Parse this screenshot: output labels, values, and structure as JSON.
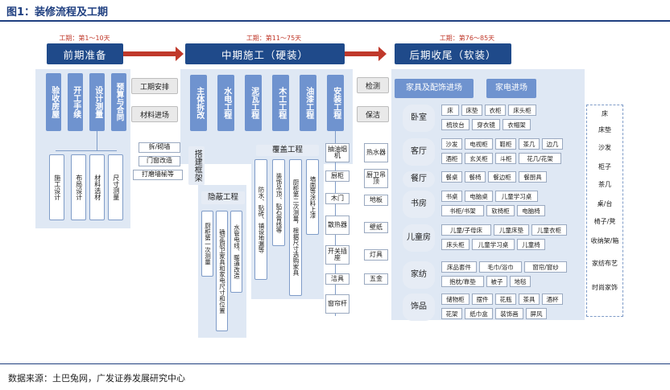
{
  "figure": {
    "title": "图1：装修流程及工期",
    "source": "数据来源：土巴兔网，广发证券发展研究中心"
  },
  "colors": {
    "dark_blue": "#1f4a8a",
    "mid_blue": "#6f93cf",
    "panel": "#dfe8f4",
    "red_label": "#c0392b"
  },
  "early": {
    "period": "工期：第1～10天",
    "title": "前期准备",
    "steps": [
      "验收房屋",
      "开工手续",
      "设计测量",
      "预算与合同"
    ],
    "sub": [
      "施工设计",
      "布局设计",
      "材料选材",
      "尺寸测量"
    ]
  },
  "bridge1": [
    "工期安排",
    "材料进场"
  ],
  "mid": {
    "period": "工期：第11～75天",
    "title": "中期施工（硬装）",
    "steps": [
      "主体拆改",
      "水电工程",
      "泥瓦工程",
      "木工工程",
      "油漆工程",
      "安装工程"
    ],
    "demolish": [
      "拆/砌墙",
      "门窗改造",
      "打磨墙榆等"
    ],
    "frame": "搭建框架",
    "hidden": {
      "title": "隐蔽工程",
      "items": [
        "厨柜第一次测量",
        "确定厨卫家具和家电尺寸和位置",
        "水管电线、暖通改造"
      ]
    },
    "cover": {
      "title": "覆盖工程",
      "items": [
        "防水、贴砖、铺设地漏等",
        "装饰吊顶、贴石膏线等",
        "厨柜第二次测量，根据尺寸选购家具"
      ]
    },
    "paint": "墙面等涂料上漆",
    "install": {
      "left": [
        "抽油烟机",
        "厨柜",
        "木门",
        "散热器",
        "开关插座",
        "洁具",
        "窗帘杆"
      ],
      "right": [
        "热水器",
        "厨卫吊顶",
        "地板",
        "壁纸",
        "灯具",
        "五金"
      ]
    }
  },
  "bridge2": [
    "检测",
    "保洁"
  ],
  "late": {
    "period": "工期：第76～85天",
    "title": "后期收尾（软装）",
    "head1": "家具及配饰进场",
    "head2": "家电进场",
    "rooms": [
      {
        "name": "卧室",
        "rows": [
          [
            "床",
            "床垫",
            "衣柜",
            "床头柜"
          ],
          [
            "梳妆台",
            "穿衣镜",
            "衣帽架"
          ]
        ]
      },
      {
        "name": "客厅",
        "rows": [
          [
            "沙发",
            "电视柜",
            "鞋柜",
            "茶几",
            "边几"
          ],
          [
            "酒柜",
            "玄关柜",
            "斗柜",
            "花几/花架"
          ]
        ]
      },
      {
        "name": "餐厅",
        "rows": [
          [
            "餐桌",
            "餐椅",
            "餐边柜",
            "餐厨具"
          ]
        ]
      },
      {
        "name": "书房",
        "rows": [
          [
            "书桌",
            "电脑桌",
            "儿童学习桌"
          ],
          [
            "书柜/书架",
            "软椅柜",
            "电脑椅"
          ]
        ]
      },
      {
        "name": "儿童房",
        "rows": [
          [
            "儿童/子母床",
            "儿童床垫",
            "儿童衣柜"
          ],
          [
            "床头柜",
            "儿童学习桌",
            "儿童椅"
          ]
        ]
      },
      {
        "name": "家纺",
        "rows": [
          [
            "床品套件",
            "毛巾/浴巾",
            "窗帘/窗纱"
          ],
          [
            "抱枕/靠垫",
            "被子",
            "地毯"
          ]
        ]
      },
      {
        "name": "饰品",
        "rows": [
          [
            "储物柜",
            "摆件",
            "花瓶",
            "茶具",
            "酒杯"
          ],
          [
            "花架",
            "纸巾盒",
            "装饰画",
            "屏风"
          ]
        ]
      }
    ],
    "side": [
      "床",
      "床垫",
      "沙发",
      "柜子",
      "茶几",
      "桌/台",
      "椅子/凳",
      "收纳架/箱",
      "家纺布艺",
      "时尚家饰"
    ]
  }
}
